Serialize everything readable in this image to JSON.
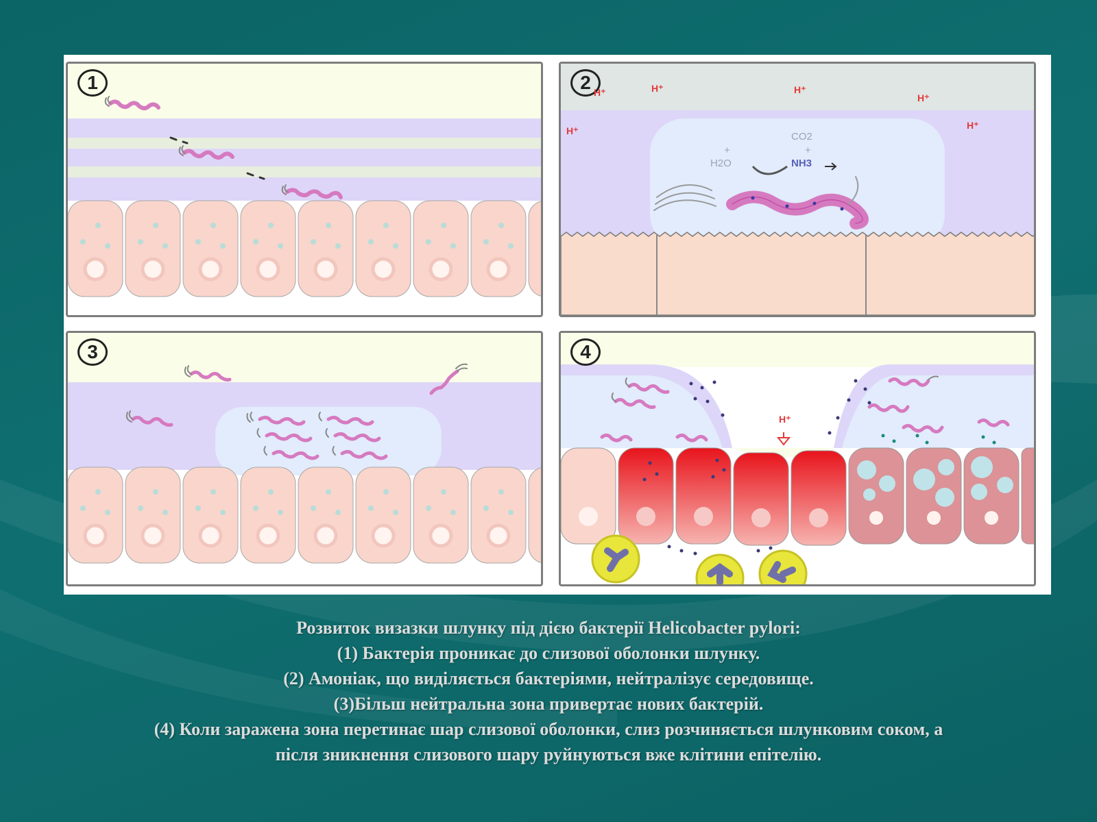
{
  "figure": {
    "panels": [
      {
        "number": "1"
      },
      {
        "number": "2",
        "labels": {
          "h_ion": "H⁺",
          "co2": "CO2",
          "h2o": "H2O",
          "nh3": "NH3",
          "plus": "+"
        }
      },
      {
        "number": "3"
      },
      {
        "number": "4",
        "labels": {
          "h_ion": "H⁺"
        }
      }
    ]
  },
  "caption": {
    "lines": [
      "Розвиток визазки шлунку під дією бактерії Helicobacter pylori:",
      "(1) Бактерія проникає до слизової оболонки шлунку.",
      "(2) Амоніак, що виділяється бактеріями, нейтралізує середовище.",
      "(3)Більш нейтральна зона привертає нових бактерій.",
      "(4) Коли заражена зона перетинає шар слизової оболонки, слиз розчиняється шлунковим соком, а",
      "після зникнення слизового шару руйнуються вже клітини епітелію."
    ]
  },
  "colors": {
    "background": "#0f6f70",
    "gastric_juice": "#fafde8",
    "mucus": "#ddd6f8",
    "neutral_zone": "#e2ecfc",
    "cell": "#f9d5cb",
    "inflamed_cell": "#e8141c",
    "damaged_cell": "#dc9296",
    "bacterium": "#d67ac0",
    "caption_text": "#dcdcdc"
  }
}
